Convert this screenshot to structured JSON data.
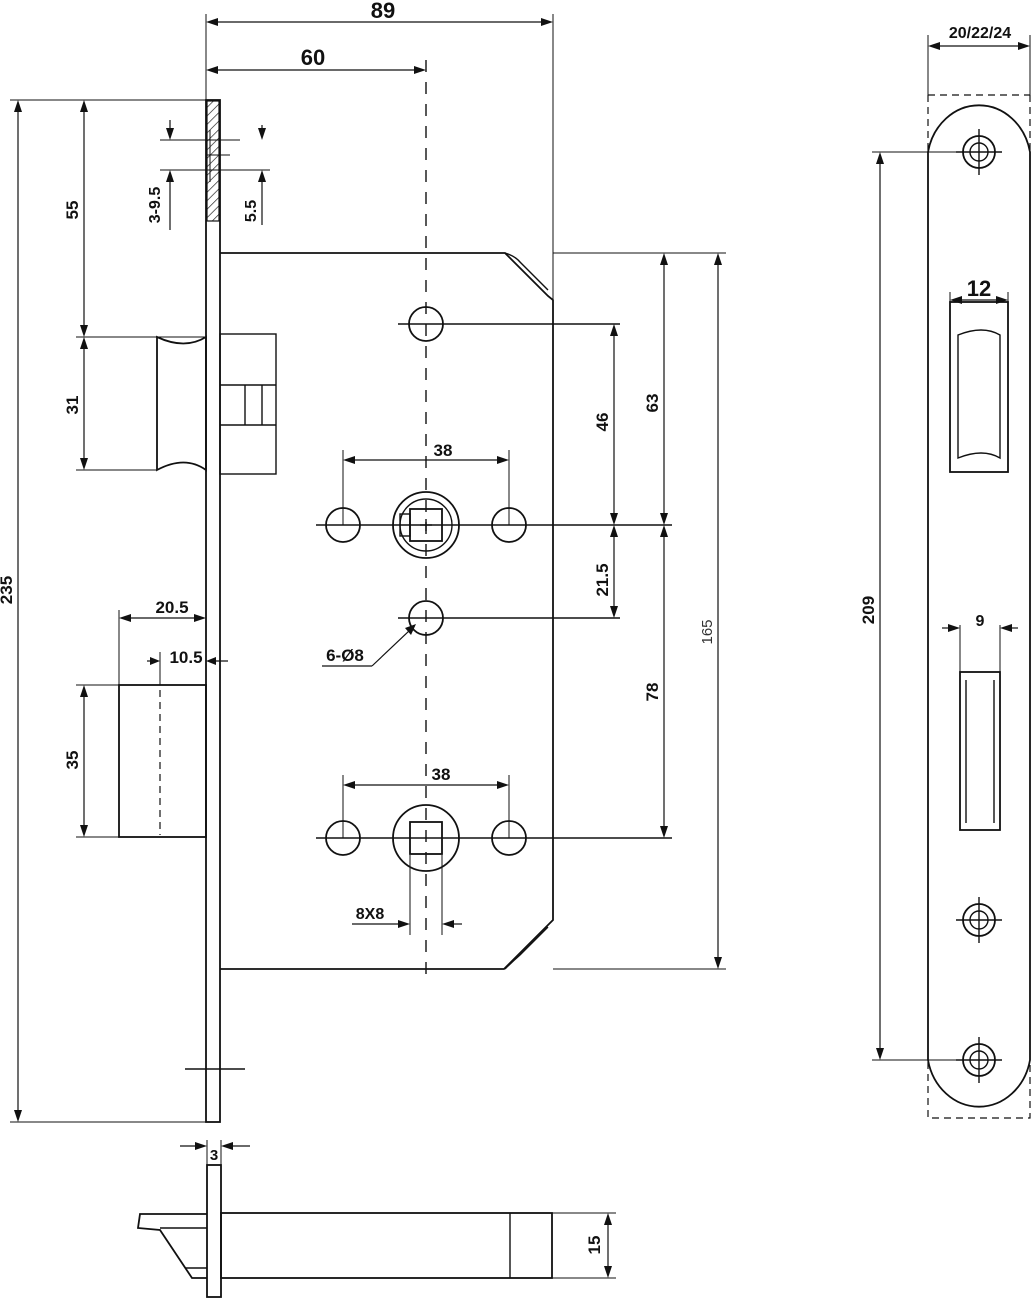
{
  "dimensions": {
    "total_depth": "89",
    "backset": "60",
    "faceplate_length": "235",
    "top_to_latch": "55",
    "latch_height": "31",
    "faceplate_screw_slot": "3-9.5",
    "faceplate_screw_step": "5.5",
    "handle_holes_spacing_top": "38",
    "handle_holes_spacing_bottom": "38",
    "top_hole_to_spindle": "46",
    "case_top_to_spindle": "63",
    "spindle_to_middle_hole": "21.5",
    "case_height": "165",
    "spindle_to_cylinder": "78",
    "hole_callout": "6-Ø8",
    "latch_projection": "20.5",
    "bolt_projection": "10.5",
    "bolt_height": "35",
    "square_spindle": "8X8",
    "strike_width": "20/22/24",
    "strike_screw_spacing": "209",
    "strike_latch_opening": "12",
    "strike_bolt_opening": "9",
    "plate_thickness": "3",
    "bolt_thickness": "15"
  }
}
